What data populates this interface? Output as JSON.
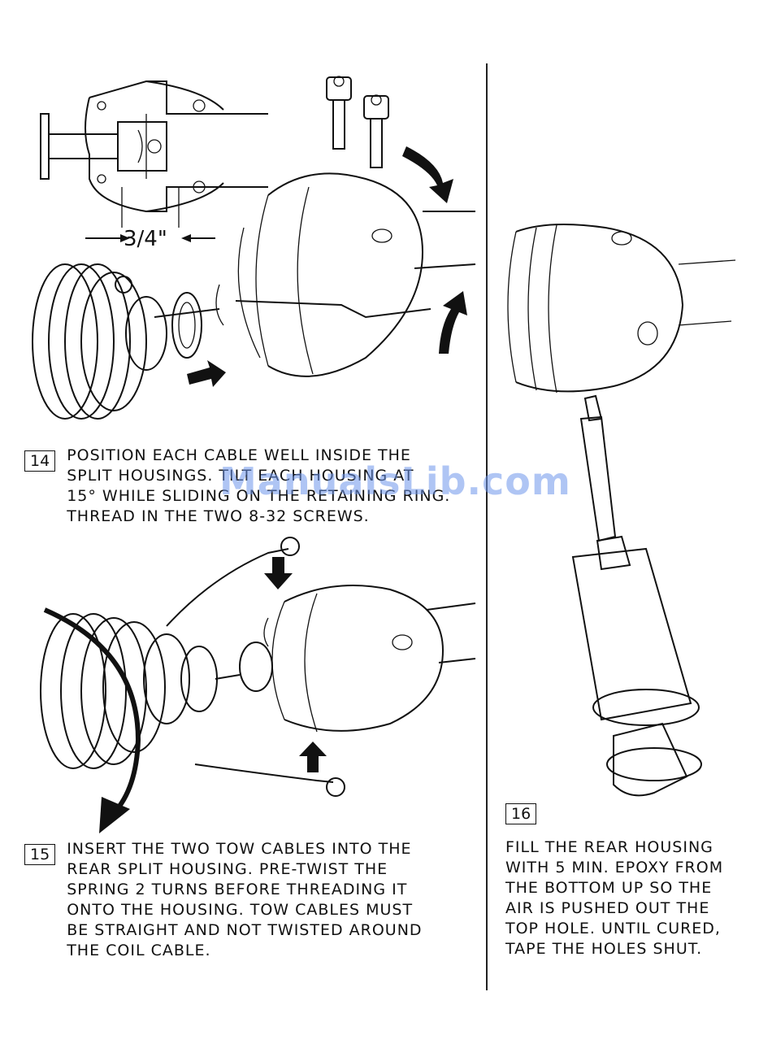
{
  "steps": [
    {
      "number": "14",
      "text": "POSITION EACH CABLE WELL INSIDE THE\nSPLIT HOUSINGS. TILT EACH HOUSING AT\n15° WHILE SLIDING ON THE RETAINING RING.\nTHREAD IN THE TWO 8-32 SCREWS."
    },
    {
      "number": "15",
      "text": "INSERT THE TWO TOW CABLES INTO THE\nREAR SPLIT HOUSING.  PRE-TWIST THE\nSPRING 2 TURNS BEFORE THREADING IT\nONTO THE HOUSING.  TOW CABLES MUST\nBE STRAIGHT AND NOT TWISTED AROUND\nTHE COIL CABLE."
    },
    {
      "number": "16",
      "text": "FILL THE REAR HOUSING\nWITH 5 MIN. EPOXY FROM\nTHE BOTTOM UP SO THE\nAIR IS PUSHED OUT THE\nTOP HOLE.  UNTIL CURED,\nTAPE THE HOLES SHUT."
    }
  ],
  "dimension_label": "3/4\"",
  "watermark": "ManualsLib.com"
}
